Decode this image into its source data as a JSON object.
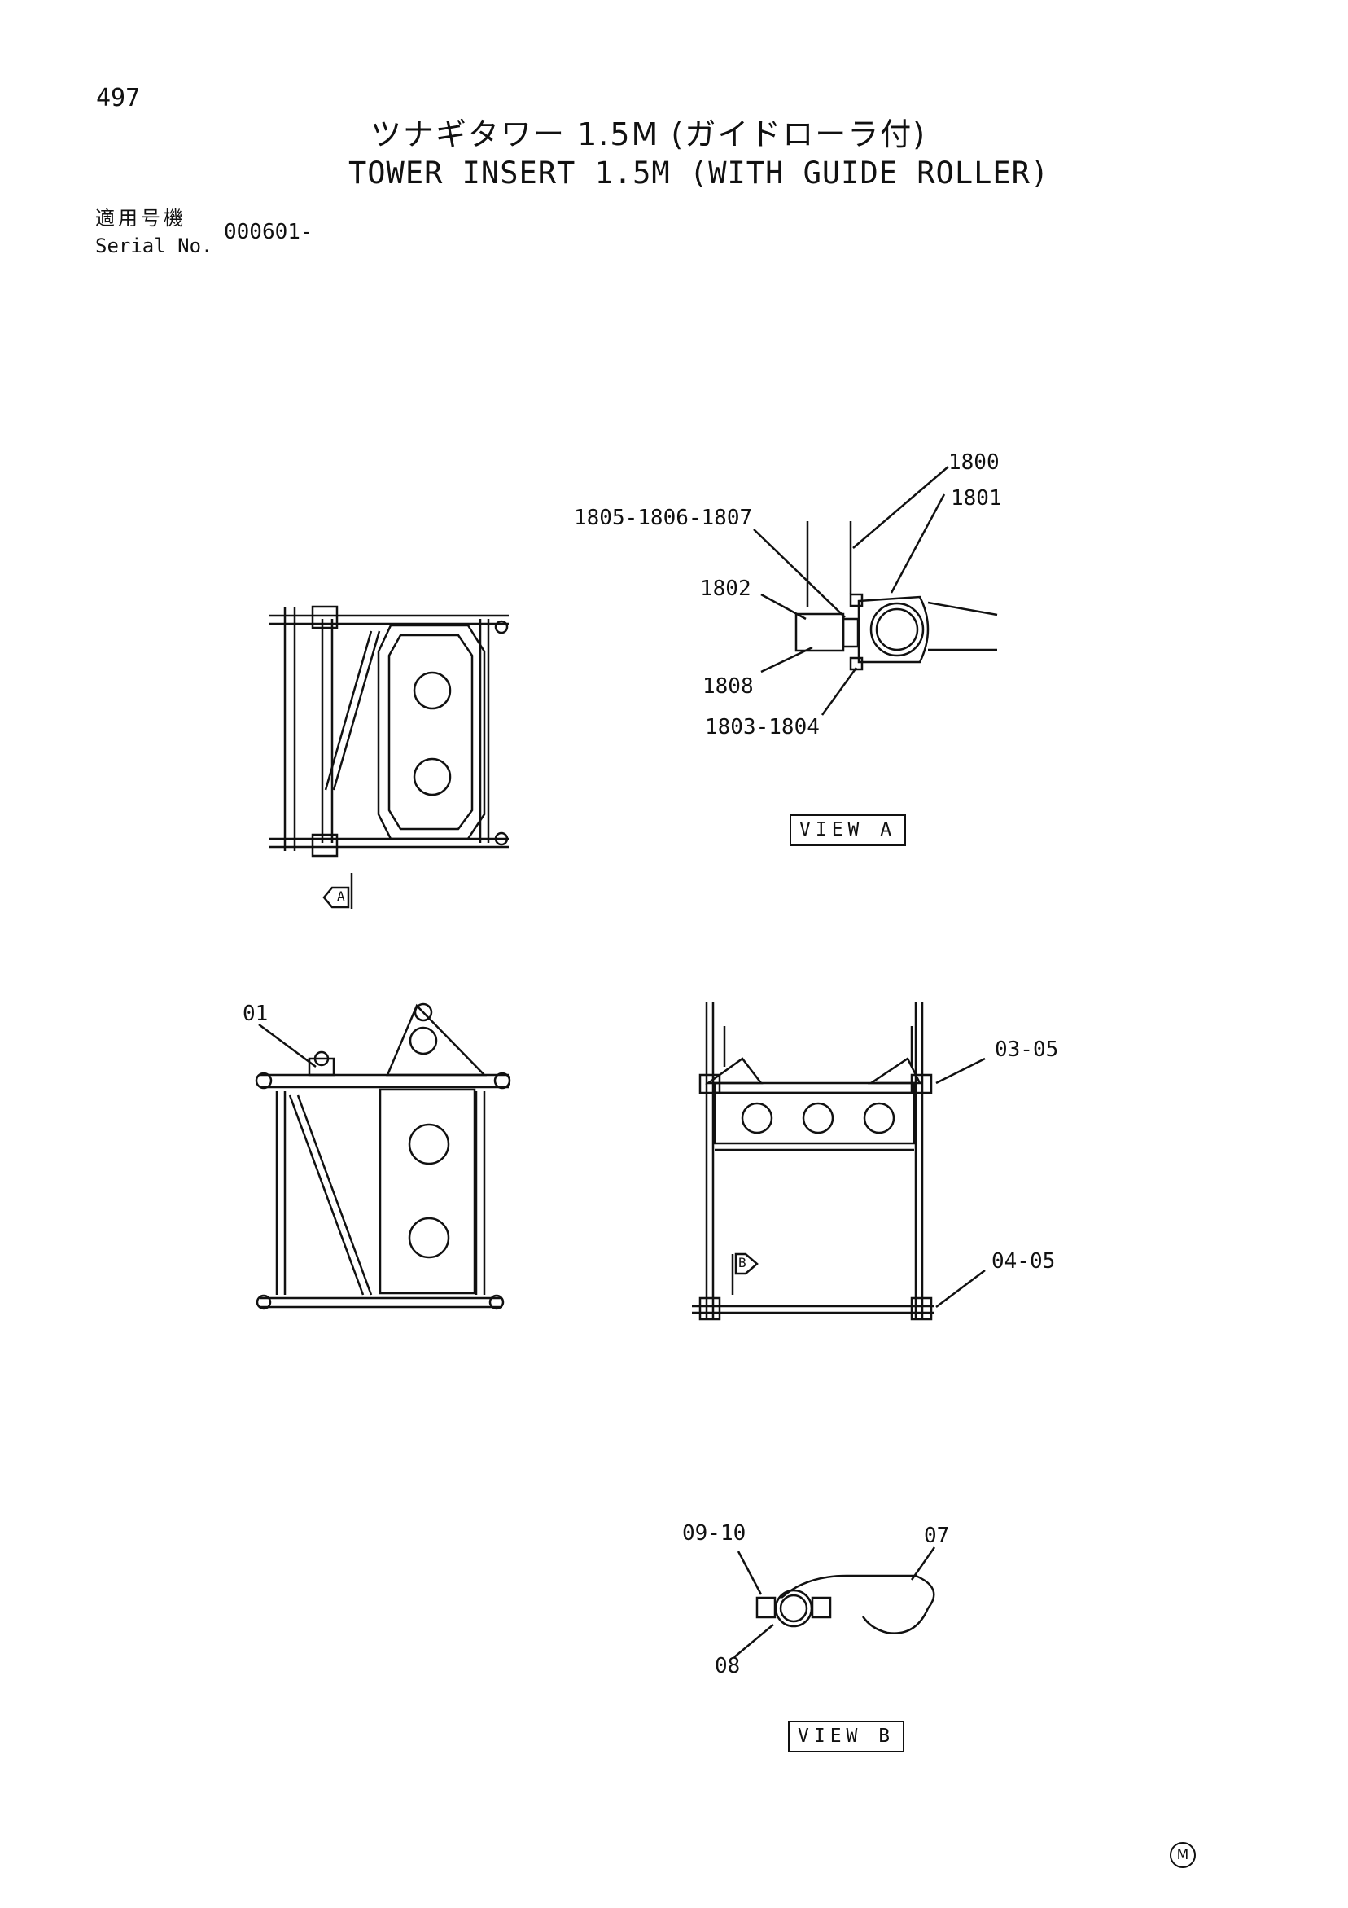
{
  "page": {
    "number": "497"
  },
  "title": {
    "japanese": "ツナギタワー 1.5M (ガイドローラ付)",
    "english": "TOWER INSERT 1.5M (WITH GUIDE ROLLER)"
  },
  "serial": {
    "label_jp": "適用号機",
    "label_en": "Serial No.",
    "value": "000601-"
  },
  "view_a": {
    "callouts": [
      "1800",
      "1801",
      "1805-1806-1807",
      "1802",
      "1808",
      "1803-1804"
    ],
    "label": "VIEW A"
  },
  "main_views": {
    "section_marker_a": "A",
    "section_marker_b": "B",
    "callouts": [
      "01",
      "03-05",
      "04-05"
    ]
  },
  "view_b": {
    "callouts": [
      "09-10",
      "07",
      "08"
    ],
    "label": "VIEW B"
  },
  "footer": {
    "mark": "M"
  },
  "icons": [
    "section-arrow-icon",
    "circled-m-icon"
  ]
}
